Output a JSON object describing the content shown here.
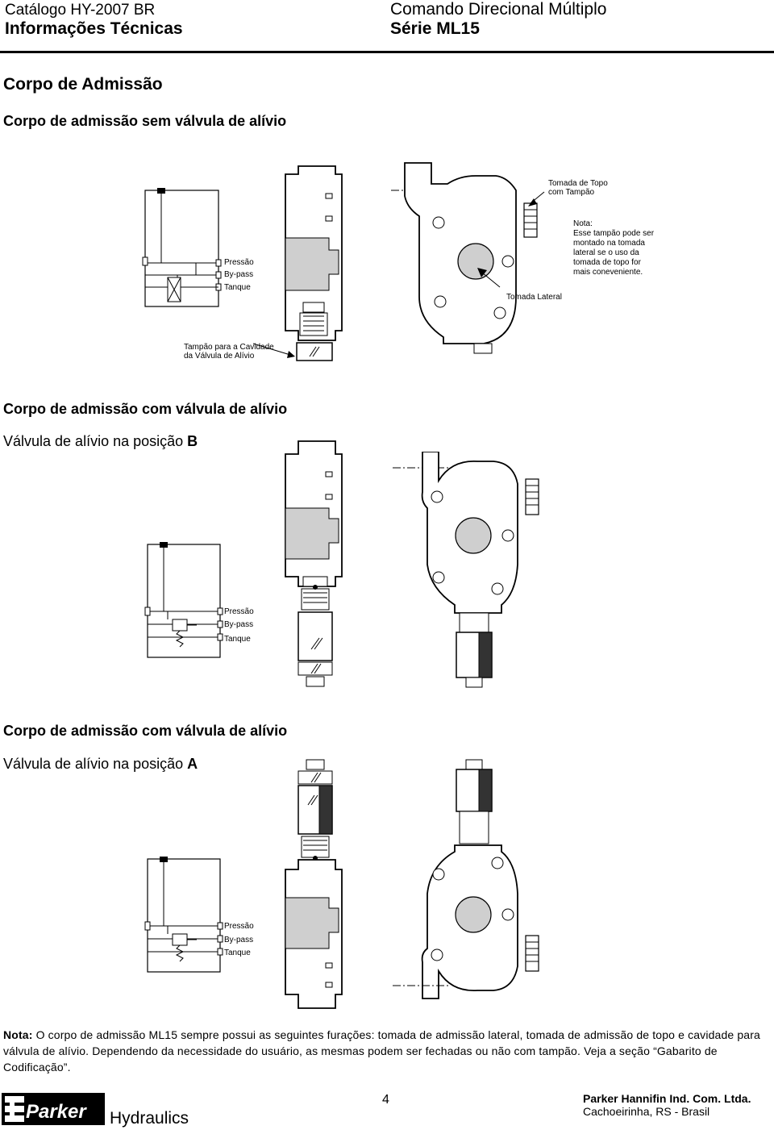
{
  "header": {
    "catalog": "Catálogo HY-2007 BR",
    "section": "Informações Técnicas",
    "product": "Comando Direcional Múltiplo",
    "series": "Série ML15"
  },
  "page_title": "Corpo de Admissão",
  "sections": [
    {
      "title": "Corpo de admissão sem válvula de alívio",
      "schematic_labels": [
        "Pressão",
        "By-pass",
        "Tanque"
      ],
      "callouts": {
        "top_port": "Tomada de Topo com Tampão",
        "top_port_line1": "Tomada de Topo",
        "top_port_line2": "com Tampão",
        "note_line1": "Nota:",
        "note_line2": "Esse tampão pode ser",
        "note_line3": "montado na tomada",
        "note_line4": "lateral se o uso da",
        "note_line5": "tomada de topo for",
        "note_line6": "mais coneveniente.",
        "side_port": "Tomada Lateral",
        "cavity_plug_line1": "Tampão para a Cavidade",
        "cavity_plug_line2": "da Válvula de Alívio"
      }
    },
    {
      "title": "Corpo de admissão com válvula de alívio",
      "subtitle_prefix": "Válvula de alívio na posição ",
      "position": "B",
      "schematic_labels": [
        "Pressão",
        "By-pass",
        "Tanque"
      ]
    },
    {
      "title": "Corpo de admissão com válvula de alívio",
      "subtitle_prefix": "Válvula de alívio na posição ",
      "position": "A",
      "schematic_labels": [
        "Pressão",
        "By-pass",
        "Tanque"
      ]
    }
  ],
  "note": {
    "label": "Nota:",
    "text": "O corpo de admissão ML15 sempre possui as seguintes furações: tomada de admissão lateral, tomada de admissão de topo e cavidade para válvula de alívio. Dependendo da necessidade do usuário, as mesmas podem ser fechadas ou não com tampão. Veja a seção “Gabarito de Codificação”."
  },
  "footer": {
    "brand": "Parker",
    "division": "Hydraulics",
    "page": "4",
    "company": "Parker Hannifin Ind. Com. Ltda.",
    "location": "Cachoeirinha, RS - Brasil"
  }
}
